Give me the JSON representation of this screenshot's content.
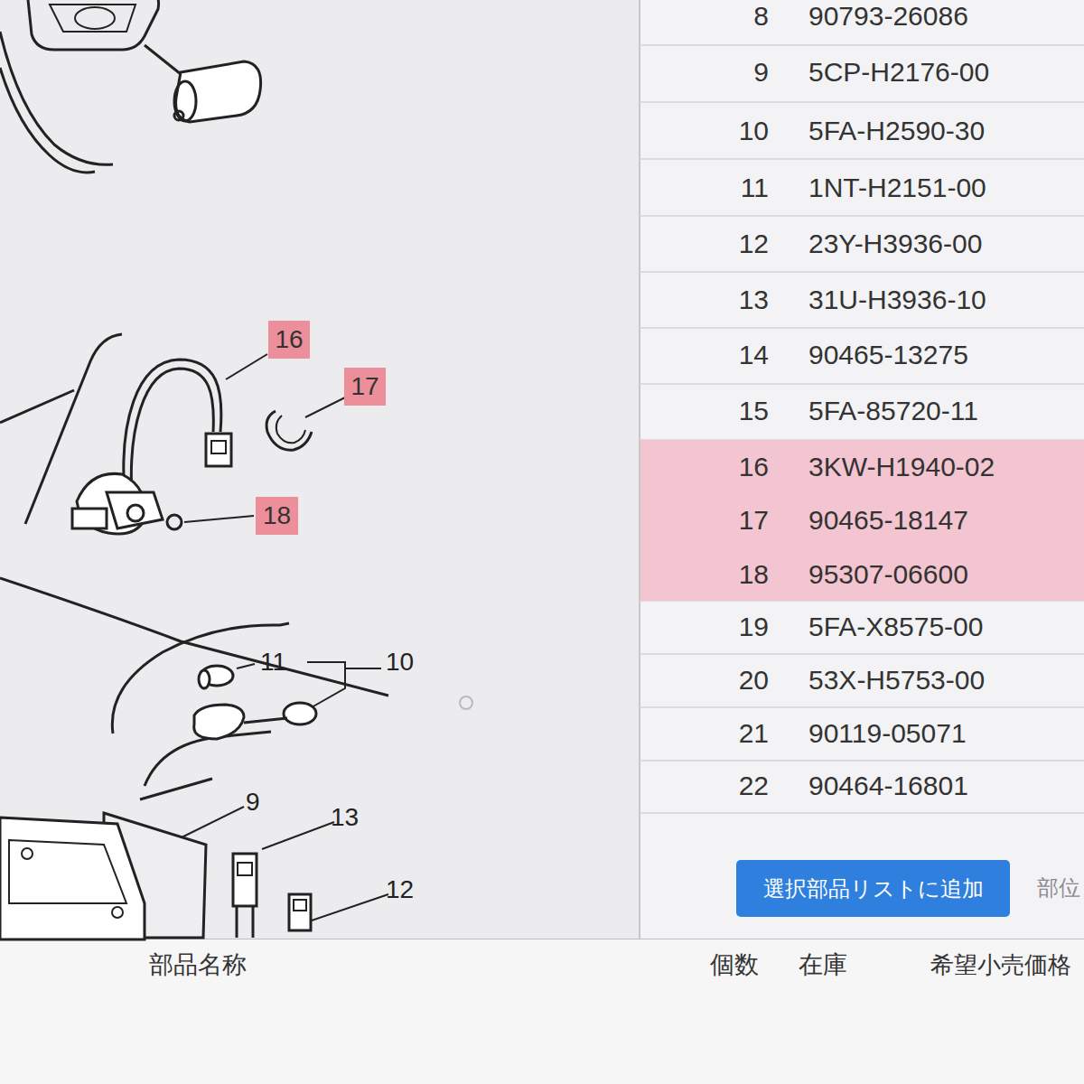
{
  "diagram": {
    "nodes": [
      {
        "text": [
          "16"
        ]
      },
      {
        "text": [
          "17"
        ]
      },
      {
        "text": [
          "18"
        ]
      },
      {
        "text": [
          "16",
          "3KW-H1940-02"
        ]
      },
      {
        "text": [
          "17",
          "90465-18147"
        ]
      },
      {
        "text": [
          "18",
          "95307-06600"
        ]
      },
      {
        "text": [
          "選択部品リストに追加"
        ]
      }
    ],
    "labels": [
      "8",
      "90793-26086",
      "9",
      "5CP-H2176-00",
      "10",
      "5FA-H2590-30",
      "11",
      "1NT-H2151-00",
      "12",
      "23Y-H3936-00",
      "13",
      "31U-H3936-10",
      "14",
      "90465-13275",
      "15",
      "5FA-85720-11",
      "19",
      "5FA-X8575-00",
      "20",
      "53X-H5753-00",
      "21",
      "90119-05071",
      "22",
      "90464-16801",
      "11",
      "10",
      "9",
      "13",
      "12",
      "部品名称",
      "個数",
      "在庫",
      "希望小売価格",
      "部位"
    ]
  }
}
